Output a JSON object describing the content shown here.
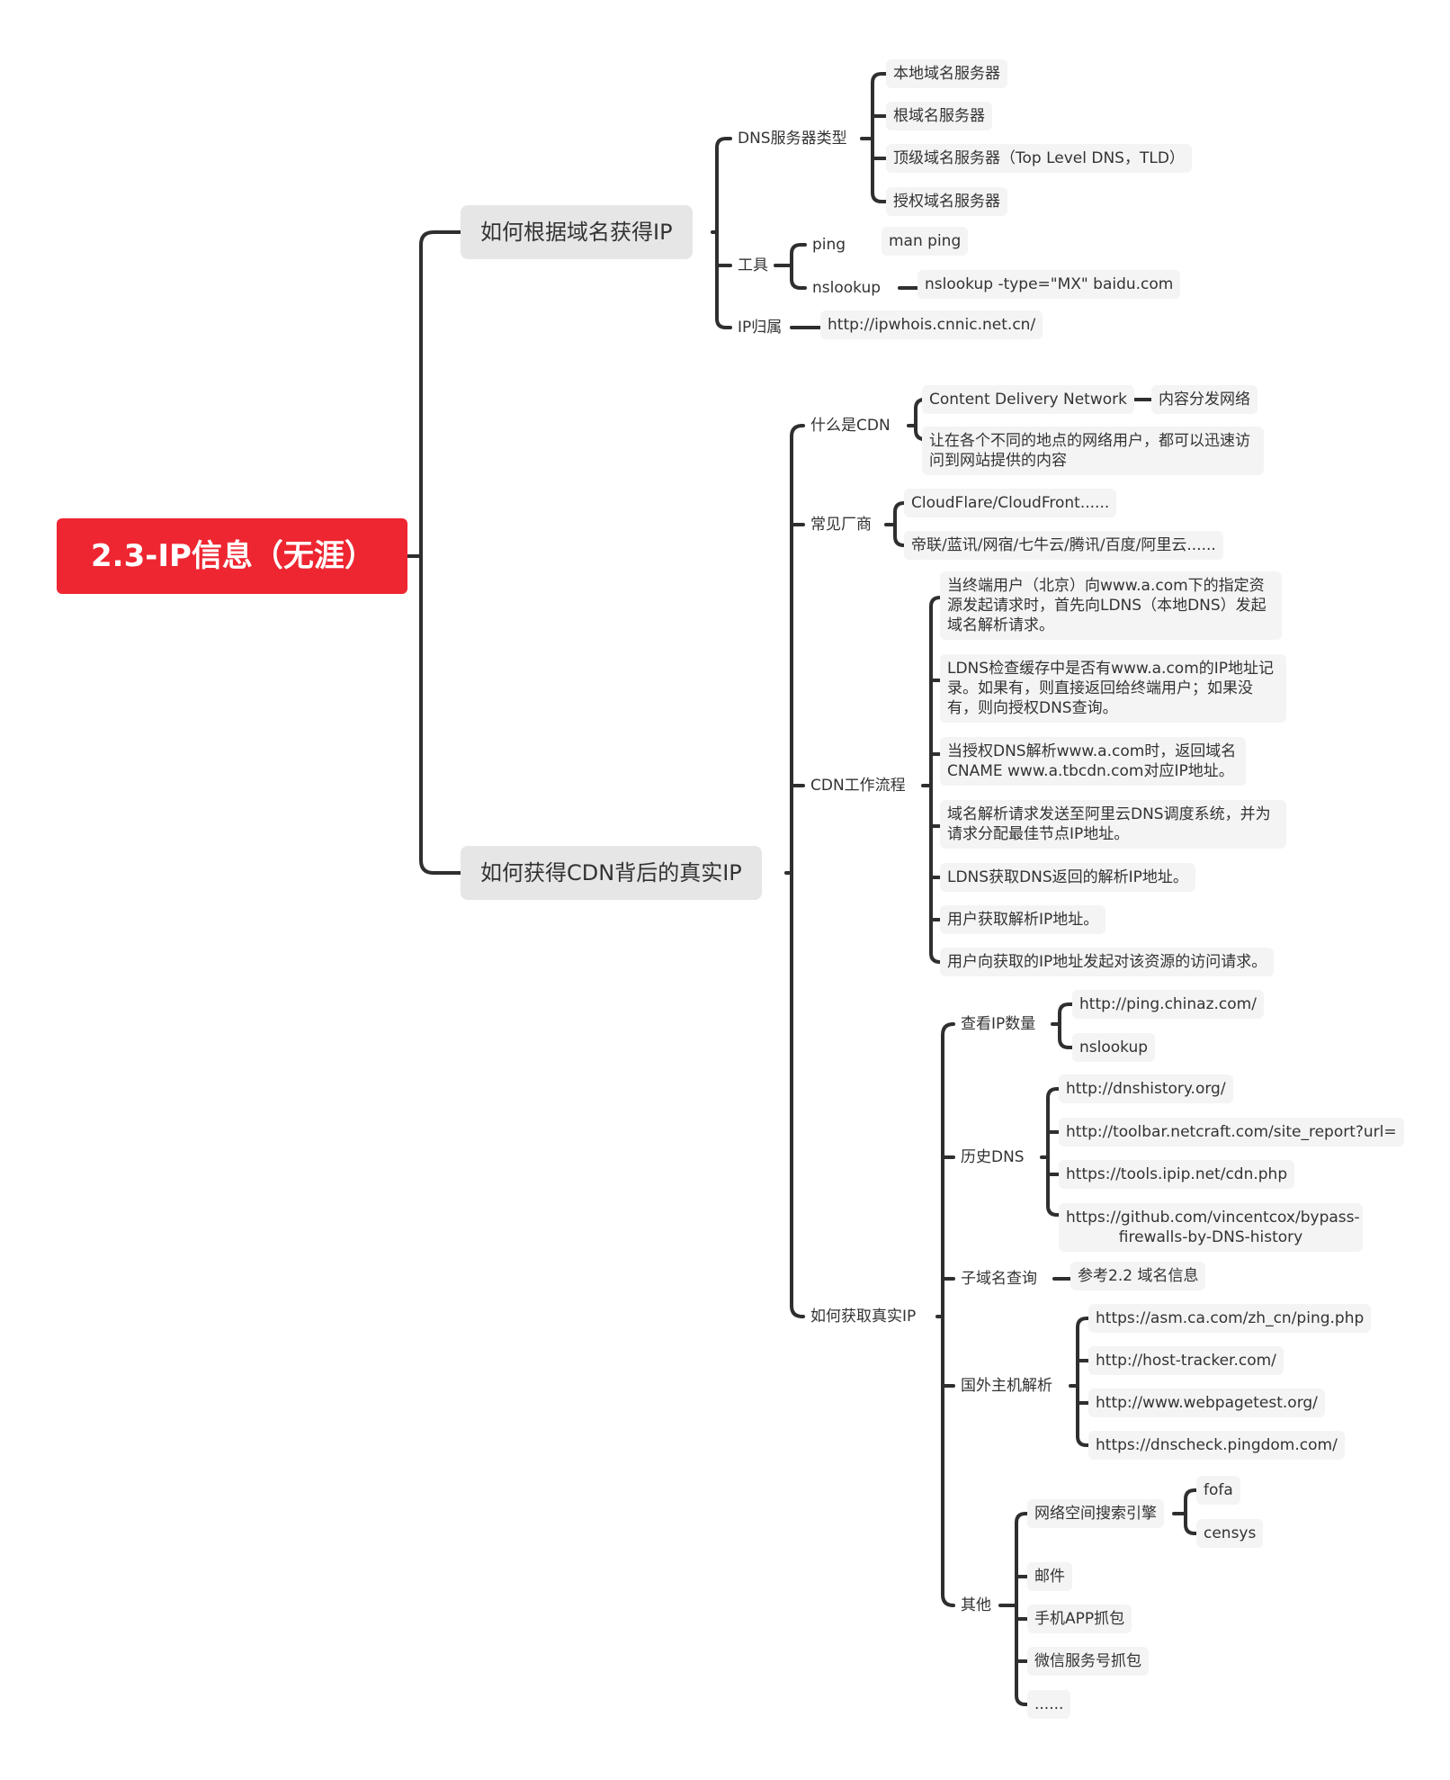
{
  "root": "2.3-IP信息（无涯）",
  "branch_domain": {
    "title": "如何根据域名获得IP",
    "dns_types": {
      "label": "DNS服务器类型",
      "items": [
        "本地域名服务器",
        "根域名服务器",
        "顶级域名服务器（Top Level DNS，TLD）",
        "授权域名服务器"
      ]
    },
    "tools": {
      "label": "工具",
      "ping": {
        "label": "ping",
        "child": "man ping"
      },
      "nslookup": {
        "label": "nslookup",
        "child": "nslookup -type=\"MX\" baidu.com"
      }
    },
    "ip_owner": {
      "label": "IP归属",
      "child": "http://ipwhois.cnnic.net.cn/"
    }
  },
  "branch_cdn": {
    "title": "如何获得CDN背后的真实IP",
    "what_is": {
      "label": "什么是CDN",
      "cdn_name": "Content Delivery Network",
      "cdn_cn": "内容分发网络",
      "desc": "让在各个不同的地点的网络用户，都可以迅速访问到网站提供的内容"
    },
    "vendors": {
      "label": "常见厂商",
      "items": [
        "CloudFlare/CloudFront......",
        "帝联/蓝讯/网宿/七牛云/腾讯/百度/阿里云......"
      ]
    },
    "workflow": {
      "label": "CDN工作流程",
      "steps": [
        "当终端用户（北京）向www.a.com下的指定资源发起请求时，首先向LDNS（本地DNS）发起域名解析请求。",
        "LDNS检查缓存中是否有www.a.com的IP地址记录。如果有，则直接返回给终端用户；如果没有，则向授权DNS查询。",
        "当授权DNS解析www.a.com时，返回域名CNAME www.a.tbcdn.com对应IP地址。",
        "域名解析请求发送至阿里云DNS调度系统，并为请求分配最佳节点IP地址。",
        "LDNS获取DNS返回的解析IP地址。",
        "用户获取解析IP地址。",
        "用户向获取的IP地址发起对该资源的访问请求。"
      ]
    },
    "real_ip": {
      "label": "如何获取真实IP",
      "ip_count": {
        "label": "查看IP数量",
        "items": [
          "http://ping.chinaz.com/",
          "nslookup"
        ]
      },
      "history_dns": {
        "label": "历史DNS",
        "items": [
          "http://dnshistory.org/",
          "http://toolbar.netcraft.com/site_report?url=",
          "https://tools.ipip.net/cdn.php",
          "https://github.com/vincentcox/bypass-firewalls-by-DNS-history"
        ]
      },
      "subdomain": {
        "label": "子域名查询",
        "child": "参考2.2 域名信息"
      },
      "foreign": {
        "label": "国外主机解析",
        "items": [
          "https://asm.ca.com/zh_cn/ping.php",
          "http://host-tracker.com/",
          "http://www.webpagetest.org/",
          "https://dnscheck.pingdom.com/"
        ]
      },
      "other": {
        "label": "其他",
        "search_engine": {
          "label": "网络空间搜索引擎",
          "items": [
            "fofa",
            "censys"
          ]
        },
        "items": [
          "邮件",
          "手机APP抓包",
          "微信服务号抓包",
          "......"
        ]
      }
    }
  }
}
